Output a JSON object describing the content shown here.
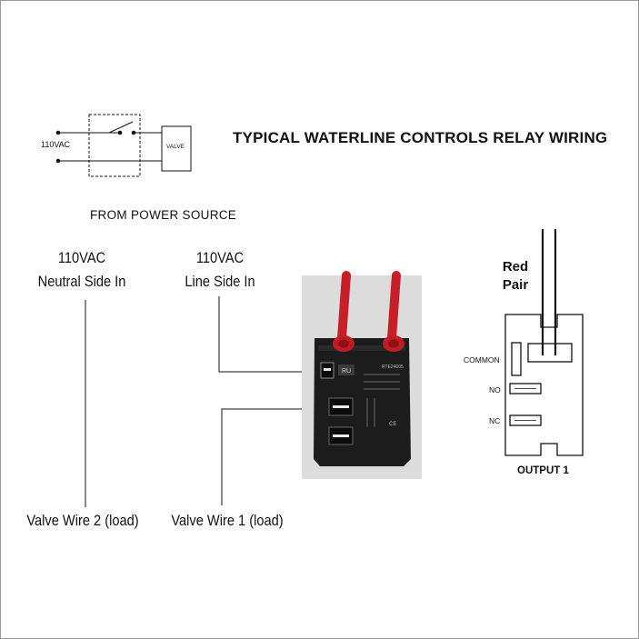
{
  "title": "TYPICAL WATERLINE CONTROLS  RELAY WIRING",
  "schematic": {
    "supply_label": "110VAC",
    "load_label": "VALVE",
    "caption": "FROM POWER SOURCE"
  },
  "wiring": {
    "neutral_in": [
      "110VAC",
      "Neutral Side In"
    ],
    "line_in": [
      "110VAC",
      "Line Side In"
    ],
    "valve_wire_2": "Valve Wire 2 (load)",
    "valve_wire_1": "Valve Wire 1 (load)"
  },
  "relay_photo": {
    "marking_top": "RTE24005",
    "marking_bottom": "CE"
  },
  "output_diagram": {
    "wire_pair_label": [
      "Red",
      "Pair"
    ],
    "terminals": [
      "COMMON",
      "NO",
      "NC"
    ],
    "caption": "OUTPUT 1"
  },
  "colors": {
    "ink": "#111111",
    "wire_red": "#d0222c",
    "relay_body": "#1a1a1a",
    "photo_bg": "#dcdcdc"
  }
}
